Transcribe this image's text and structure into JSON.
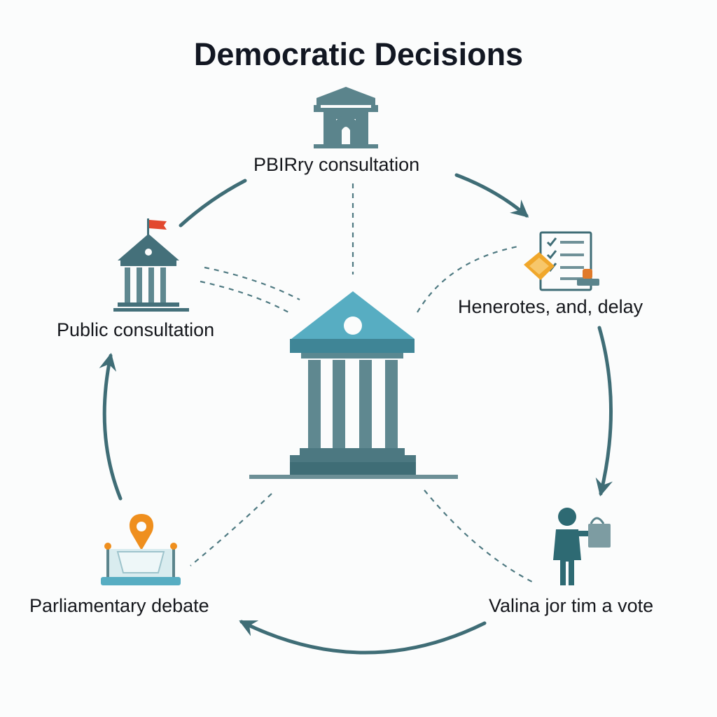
{
  "title": "Democratic Decisions",
  "nodes": {
    "top": {
      "label": "PBIRry consultation",
      "icon": "monument-gate-icon"
    },
    "right_top": {
      "label": "Henerotes, and, delay",
      "icon": "checklist-document-icon"
    },
    "right_bottom": {
      "label": "Valina jor tim a vote",
      "icon": "person-with-bag-icon"
    },
    "left_bottom": {
      "label": "Parliamentary debate",
      "icon": "map-pin-podium-icon"
    },
    "left_top": {
      "label": "Public consultation",
      "icon": "government-building-flag-icon"
    },
    "center": {
      "icon": "central-parliament-building-icon"
    }
  },
  "colors": {
    "slate": "#4e7a82",
    "teal_roof": "#57adc2",
    "arrow": "#3f6d76",
    "flag": "#e2482f",
    "pin": "#ef8f1e",
    "gold": "#f0a72b",
    "text": "#15171c"
  }
}
